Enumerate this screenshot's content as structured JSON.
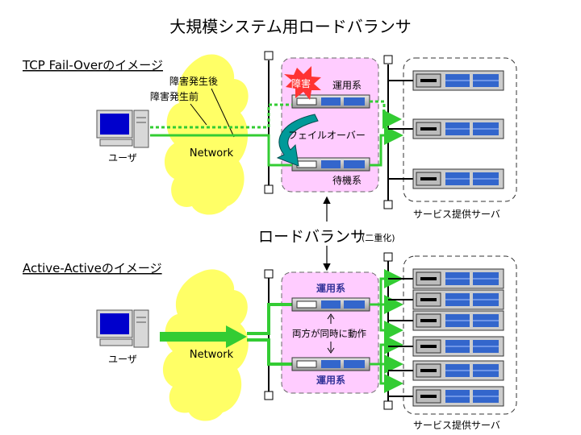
{
  "title": "大規模システム用ロードバランサ",
  "top": {
    "heading": "TCP Fail-Overのイメージ",
    "after_failure": "障害発生後",
    "before_failure": "障害発生前",
    "user": "ユーザ",
    "network": "Network",
    "failure_badge": "障害",
    "active": "運用系",
    "failover": "フェイルオーバー",
    "standby": "待機系",
    "servers": "サービス提供サーバ"
  },
  "center": {
    "lb_label": "ロードバランサ",
    "lb_note": "(二重化)"
  },
  "bottom": {
    "heading": "Active-Activeのイメージ",
    "user": "ユーザ",
    "network": "Network",
    "active_1": "運用系",
    "active_2": "運用系",
    "both_active": "両方が同時に動作",
    "servers": "サービス提供サーバ"
  },
  "colors": {
    "cloud": "#ffff66",
    "lb_zone": "#ffccff",
    "flow": "#33cc33",
    "failover_arrow": "#009999",
    "server_face": "#3366cc",
    "failure_burst": "#ff3333"
  },
  "icons": {
    "pc": "computer-icon",
    "server": "server-rack-icon",
    "lb": "load-balancer-icon",
    "burst": "explosion-icon"
  }
}
